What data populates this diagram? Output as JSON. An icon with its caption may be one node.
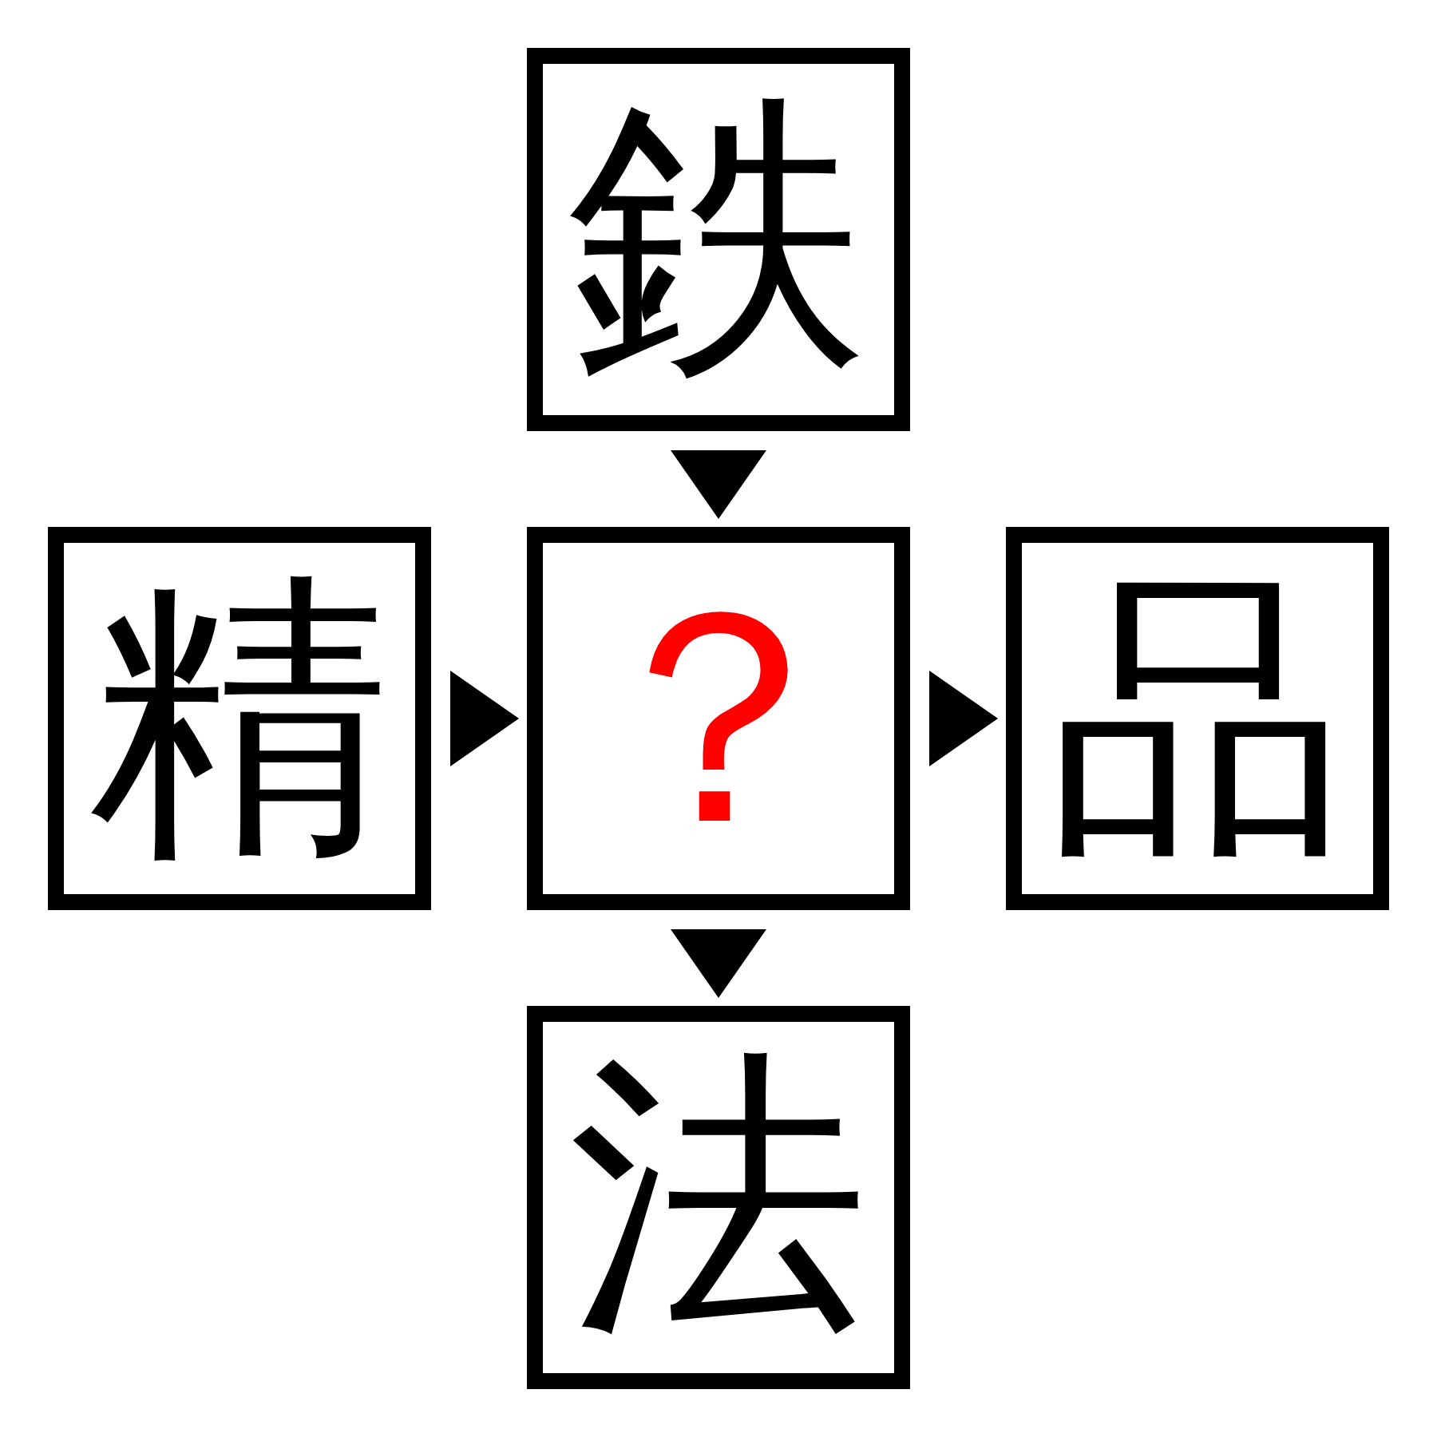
{
  "diagram": {
    "nodes": [
      {
        "text": [
          "鉄"
        ]
      },
      {
        "text": [
          "精"
        ]
      },
      {
        "text": [
          "？"
        ]
      },
      {
        "text": [
          "品"
        ]
      },
      {
        "text": [
          "法"
        ]
      }
    ],
    "edges": [
      {
        "from": 0,
        "to": 2,
        "arrow": "to"
      },
      {
        "from": 1,
        "to": 2,
        "arrow": "to"
      },
      {
        "from": 2,
        "to": 3,
        "arrow": "to"
      },
      {
        "from": 2,
        "to": 4,
        "arrow": "to"
      }
    ]
  }
}
